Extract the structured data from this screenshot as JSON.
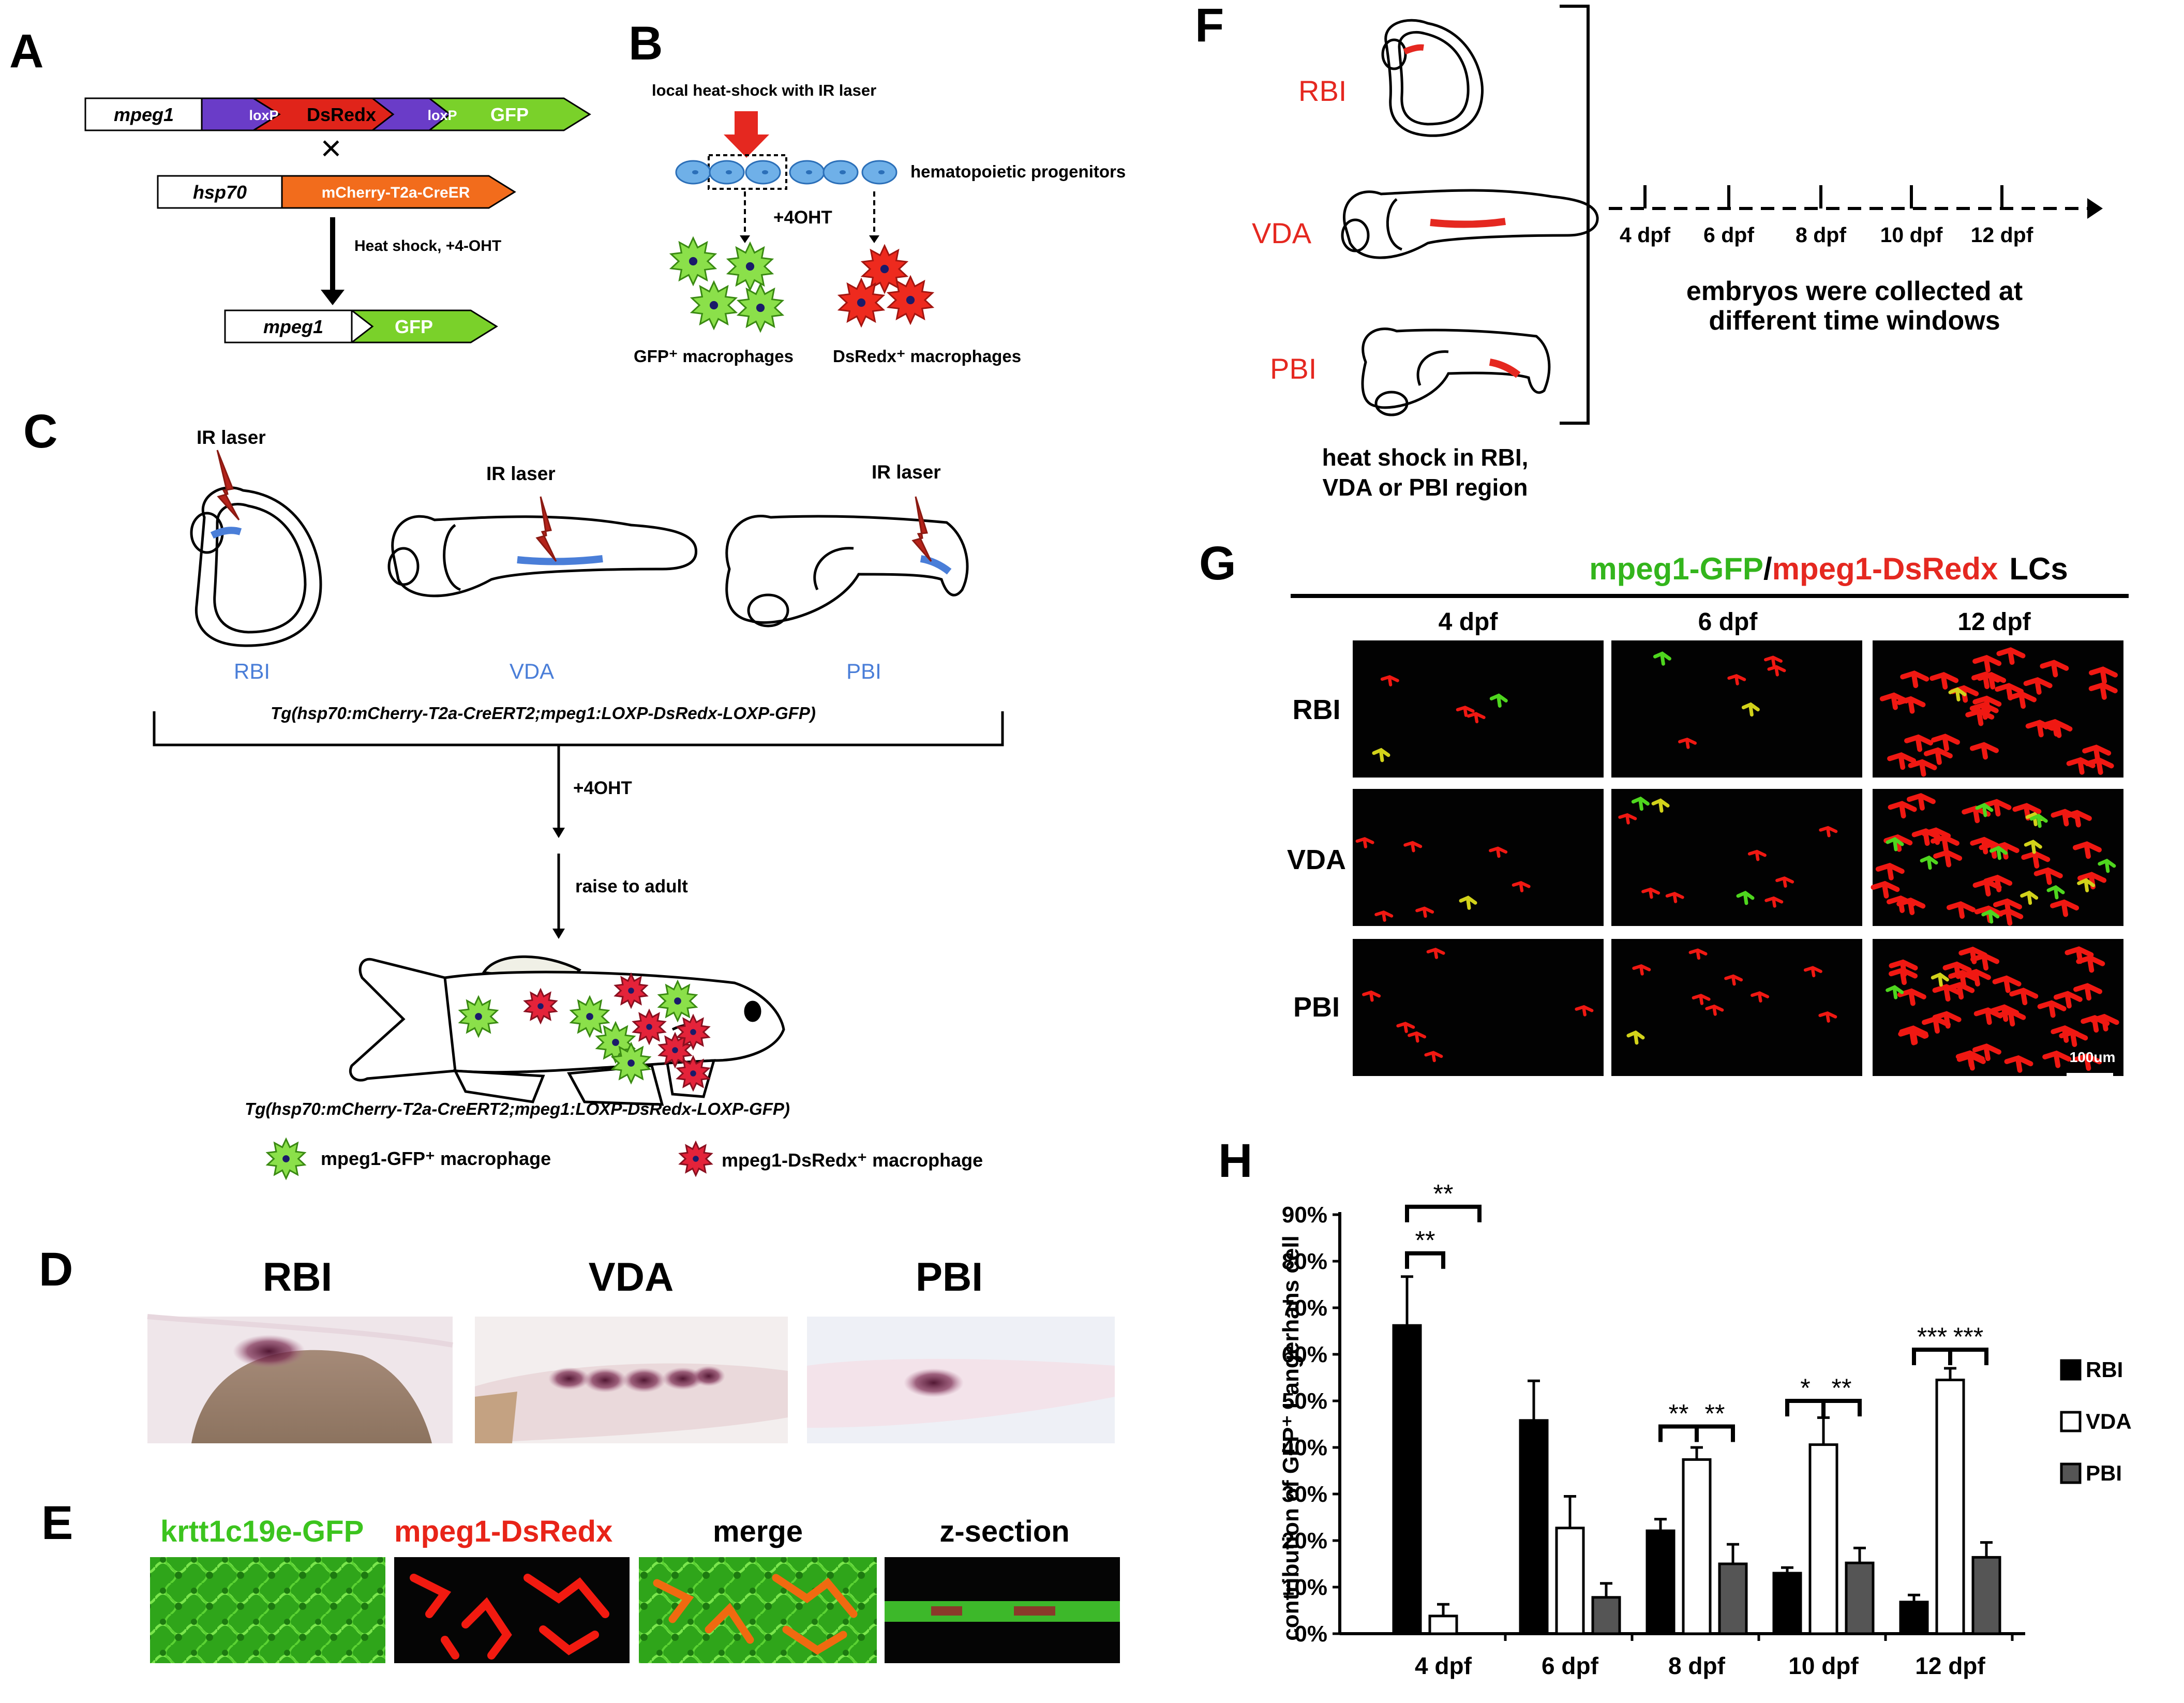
{
  "panel_labels": {
    "a": "A",
    "b": "B",
    "c": "C",
    "d": "D",
    "e": "E",
    "f": "F",
    "g": "G",
    "h": "H"
  },
  "panel_a": {
    "construct1": [
      "mpeg1",
      "loxP",
      "DsRedx",
      "loxP",
      "GFP"
    ],
    "cross_symbol": "×",
    "construct2": [
      "hsp70",
      "mCherry-T2a-CreER"
    ],
    "arrow_text": "Heat shock, +4-OHT",
    "construct3": [
      "mpeg1",
      "GFP"
    ]
  },
  "panel_b": {
    "laser_text": "local heat-shock with IR laser",
    "progenitors": "hematopoietic progenitors",
    "ohtx": "+4OHT",
    "gfp_mac": "GFP⁺ macrophages",
    "dsred_mac": "DsRedx⁺ macrophages"
  },
  "panel_c": {
    "ir_laser": "IR laser",
    "regions": [
      "RBI",
      "VDA",
      "PBI"
    ],
    "tg_line": "Tg(hsp70:mCherry-T2a-CreERT2;mpeg1:LOXP-DsRedx-LOXP-GFP)",
    "step1": "+4OHT",
    "step2": "raise to adult",
    "tg_line2": "Tg(hsp70:mCherry-T2a-CreERT2;mpeg1:LOXP-DsRedx-LOXP-GFP)",
    "legend_gfp": "mpeg1-GFP⁺ macrophage",
    "legend_dsred": "mpeg1-DsRedx⁺ macrophage"
  },
  "panel_d": {
    "titles": [
      "RBI",
      "VDA",
      "PBI"
    ]
  },
  "panel_e": {
    "titles": [
      "krtt1c19e-GFP",
      "mpeg1-DsRedx",
      "merge",
      "z-section"
    ]
  },
  "panel_f": {
    "regions": [
      "RBI",
      "VDA",
      "PBI"
    ],
    "timeline": [
      "4 dpf",
      "6 dpf",
      "8 dpf",
      "10 dpf",
      "12 dpf"
    ],
    "collect1": "embryos were collected at",
    "collect2": "different  time windows",
    "hs1": "heat shock in RBI,",
    "hs2": "VDA or PBI region"
  },
  "panel_g": {
    "title_green": "mpeg1-GFP",
    "title_slash": "/",
    "title_red": "mpeg1-DsRedx",
    "title_rest": "LCs",
    "cols": [
      "4 dpf",
      "6 dpf",
      "12 dpf"
    ],
    "rows": [
      "RBI",
      "VDA",
      "PBI"
    ],
    "scale": "100um"
  },
  "chart_data": {
    "type": "bar",
    "ylabel": "contribution of  GFP⁺ Langerhans cell",
    "categories": [
      "4 dpf",
      "6 dpf",
      "8 dpf",
      "10 dpf",
      "12 dpf"
    ],
    "ylim": [
      0,
      90
    ],
    "yticks": [
      "0%",
      "10%",
      "20%",
      "30%",
      "40%",
      "50%",
      "60%",
      "70%",
      "80%",
      "90%"
    ],
    "series": [
      {
        "name": "RBI",
        "color": "#000000",
        "values": [
          66.2,
          45.8,
          22.1,
          13.0,
          6.8
        ],
        "err": [
          10.5,
          8.5,
          2.5,
          1.2,
          1.5
        ]
      },
      {
        "name": "VDA",
        "color": "#ffffff",
        "values": [
          3.8,
          22.7,
          37.4,
          40.6,
          54.5
        ],
        "err": [
          2.5,
          6.8,
          2.6,
          5.8,
          2.5
        ]
      },
      {
        "name": "PBI",
        "color": "#555555",
        "values": [
          0,
          7.8,
          15.0,
          15.2,
          16.4
        ],
        "err": [
          0,
          3.0,
          4.2,
          3.2,
          3.2
        ]
      }
    ],
    "significance": [
      {
        "group": 0,
        "a": 0,
        "b": 1,
        "text": "**"
      },
      {
        "group": 0,
        "a": 0,
        "b": 2,
        "text": "**"
      },
      {
        "group": 2,
        "a": 0,
        "b": 1,
        "text": "**"
      },
      {
        "group": 2,
        "a": 1,
        "b": 2,
        "text": "**"
      },
      {
        "group": 3,
        "a": 0,
        "b": 1,
        "text": "*"
      },
      {
        "group": 3,
        "a": 1,
        "b": 2,
        "text": "**"
      },
      {
        "group": 4,
        "a": 0,
        "b": 1,
        "text": "***"
      },
      {
        "group": 4,
        "a": 1,
        "b": 2,
        "text": "***"
      }
    ],
    "legend": [
      "RBI",
      "VDA",
      "PBI"
    ]
  }
}
